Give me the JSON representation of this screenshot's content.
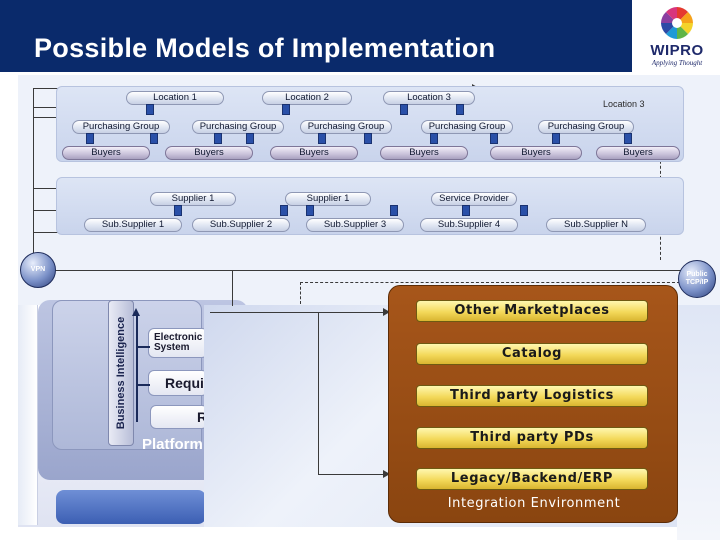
{
  "slide": {
    "title": "Possible Models of Implementation"
  },
  "logo": {
    "word": "WIPRO",
    "tagline": "Applying Thought"
  },
  "buyers_panel": {
    "locations": [
      "Location 1",
      "Location 2",
      "Location 3"
    ],
    "location_outside": "Location 3",
    "purchasing_groups": [
      "Purchasing Group",
      "Purchasing Group",
      "Purchasing Group",
      "Purchasing Group",
      "Purchasing Group"
    ],
    "buyers": [
      "Buyers",
      "Buyers",
      "Buyers",
      "Buyers",
      "Buyers",
      "Buyers"
    ]
  },
  "suppliers_panel": {
    "suppliers": [
      "Supplier 1",
      "Supplier 1",
      "Service Provider"
    ],
    "sub_suppliers": [
      "Sub.Supplier 1",
      "Sub.Supplier 2",
      "Sub.Supplier 3",
      "Sub.Supplier 4",
      "Sub.Supplier N"
    ]
  },
  "network": {
    "vpn_label": "VPN",
    "public_label": "Public TCP/IP"
  },
  "platform": {
    "business_intelligence": "Business Intelligence",
    "electronic_system_line1": "Electronic",
    "electronic_system_line2": "System",
    "requisition_fragment": "Requi",
    "r_fragment": "R",
    "label": "Platform"
  },
  "integration_environment": {
    "items": [
      "Other Marketplaces",
      "Catalog",
      "Third party Logistics",
      "Third party PDs",
      "Legacy/Backend/ERP"
    ],
    "label": "Integration Environment"
  },
  "colors": {
    "title_bar": "#0a2a6b",
    "integration_bg": "#9a4c15",
    "integration_pill": "#f3d95a",
    "panel_bg": "#d3dcf0"
  }
}
